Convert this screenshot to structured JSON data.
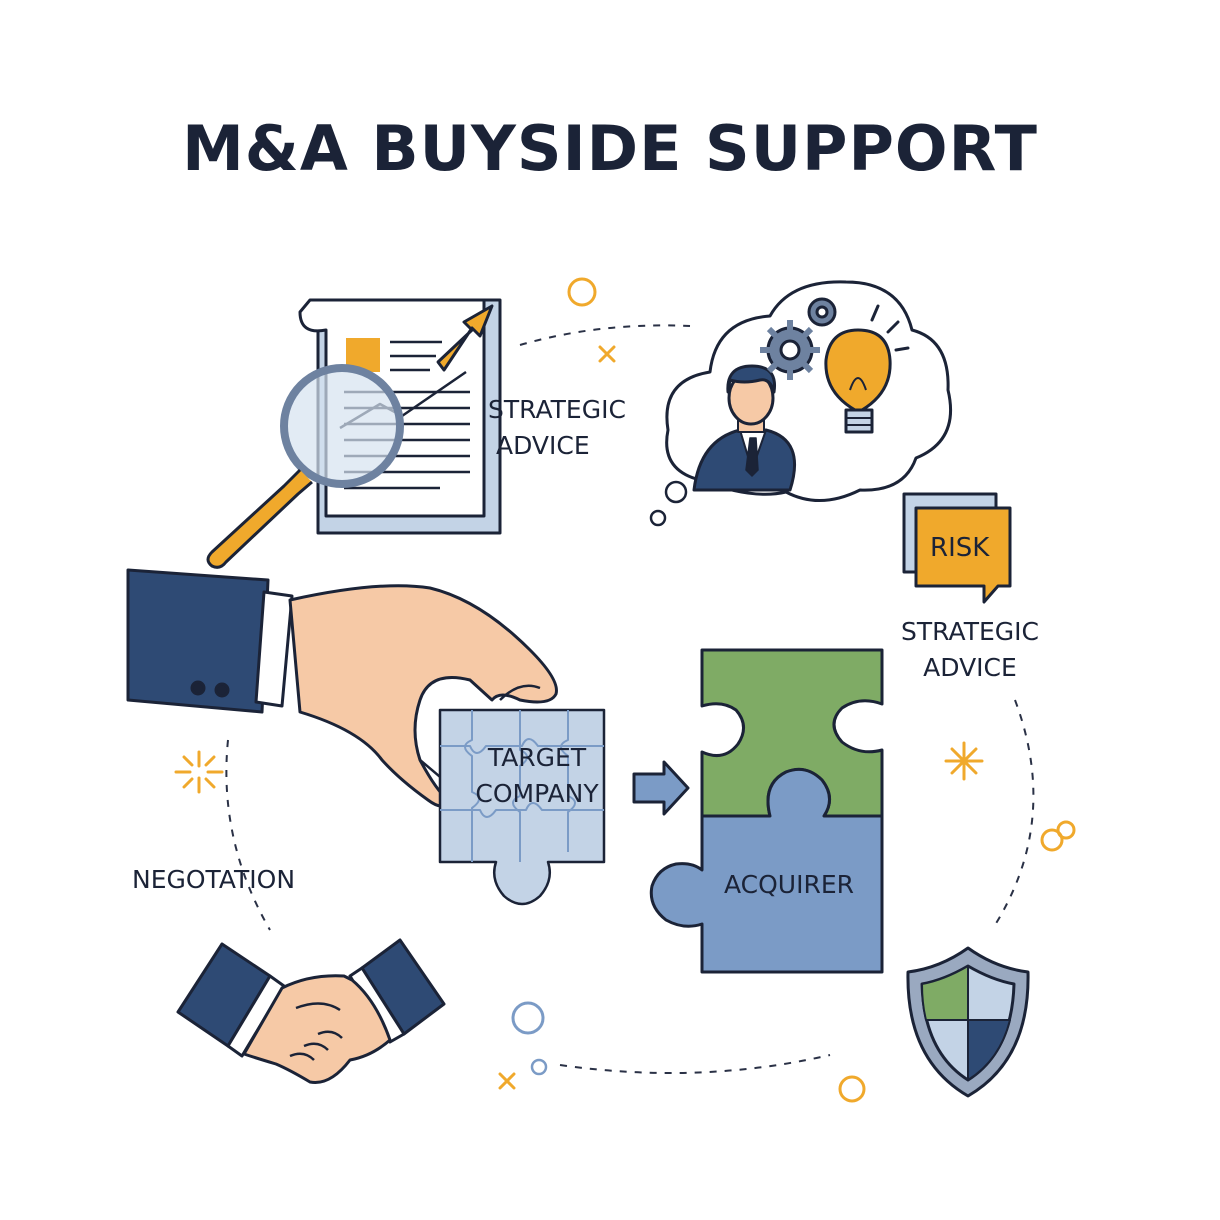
{
  "title": "M&A BUYSIDE SUPPORT",
  "labels": {
    "strategic_advice_top": [
      "STRATEGIC",
      "ADVICE"
    ],
    "risk_badge": "RISK",
    "strategic_advice_right": [
      "STRATEGIC",
      "ADVICE"
    ],
    "target_company": [
      "TARGET",
      "COMPANY"
    ],
    "acquirer": "ACQUIRER",
    "negotation": "NEGOTATION"
  },
  "colors": {
    "navy": "#2e4a74",
    "ink": "#1b2337",
    "orange": "#f0a92c",
    "green": "#7fab65",
    "blue": "#7b9bc6",
    "light_blue": "#c3d3e6",
    "skin": "#f6c9a6"
  }
}
